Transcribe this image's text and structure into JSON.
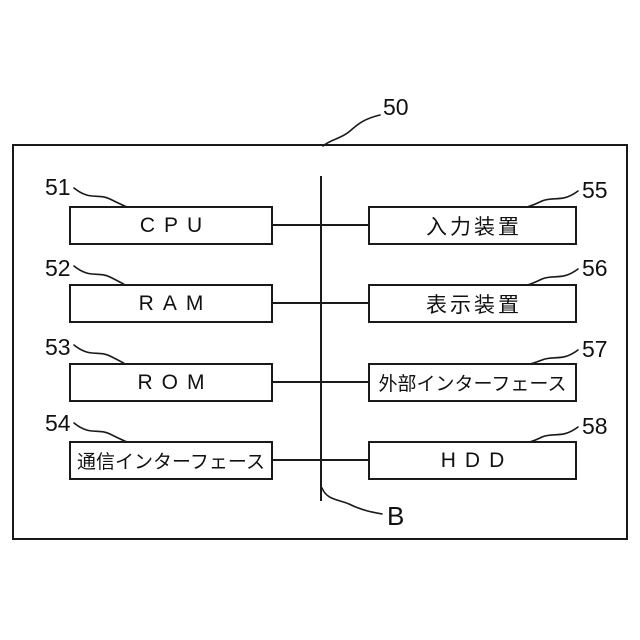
{
  "figure": {
    "system_ref": "50",
    "bus_ref": "B",
    "left_blocks": [
      {
        "ref": "51",
        "label": "CPU"
      },
      {
        "ref": "52",
        "label": "RAM"
      },
      {
        "ref": "53",
        "label": "ROM"
      },
      {
        "ref": "54",
        "label": "通信インターフェース"
      }
    ],
    "right_blocks": [
      {
        "ref": "55",
        "label": "入力装置"
      },
      {
        "ref": "56",
        "label": "表示装置"
      },
      {
        "ref": "57",
        "label": "外部インターフェース"
      },
      {
        "ref": "58",
        "label": "HDD"
      }
    ],
    "colors": {
      "line": "#1a1a1a",
      "background": "#ffffff",
      "text": "#111111"
    }
  }
}
